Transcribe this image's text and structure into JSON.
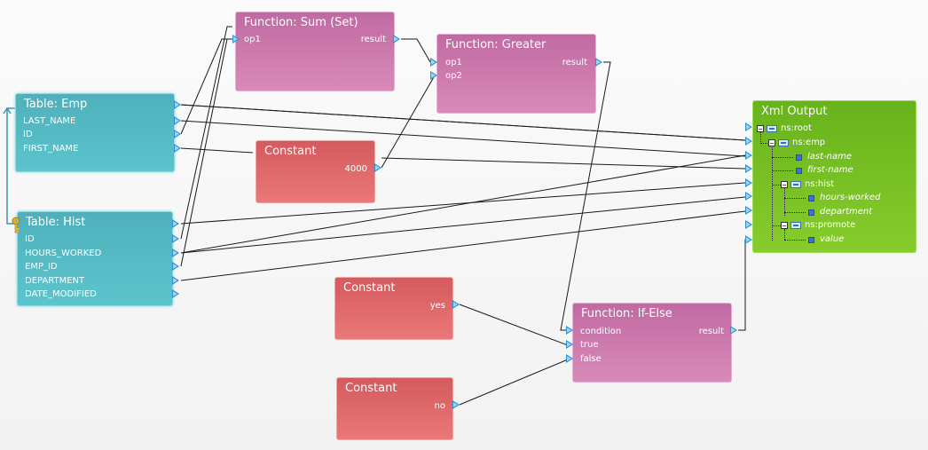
{
  "table_emp": {
    "title": "Table: Emp",
    "columns": [
      "LAST_NAME",
      "ID",
      "FIRST_NAME"
    ]
  },
  "table_hist": {
    "title": "Table: Hist",
    "columns": [
      "ID",
      "HOURS_WORKED",
      "EMP_ID",
      "DEPARTMENT",
      "DATE_MODIFIED"
    ]
  },
  "func_sum": {
    "title": "Function: Sum (Set)",
    "input": "op1",
    "output": "result"
  },
  "func_greater": {
    "title": "Function: Greater",
    "inputs": [
      "op1",
      "op2"
    ],
    "output": "result"
  },
  "const_4000": {
    "title": "Constant",
    "value": "4000"
  },
  "const_yes": {
    "title": "Constant",
    "value": "yes"
  },
  "const_no": {
    "title": "Constant",
    "value": "no"
  },
  "func_ifelse": {
    "title": "Function: If-Else",
    "inputs": [
      "condition",
      "true",
      "false"
    ],
    "output": "result"
  },
  "xml_output": {
    "title": "Xml Output",
    "tree": {
      "root": "ns:root",
      "emp": "ns:emp",
      "last_name": "last-name",
      "first_name": "first-name",
      "hist": "ns:hist",
      "hours_worked": "hours-worked",
      "department": "department",
      "promote": "ns:promote",
      "value": "value"
    }
  },
  "colors": {
    "table": "#55b9c3",
    "function": "#cd7aaf",
    "constant": "#e06a6c",
    "xml_output": "#78c024",
    "wire": "#1a1a1a",
    "port": "#2f8fd0"
  }
}
